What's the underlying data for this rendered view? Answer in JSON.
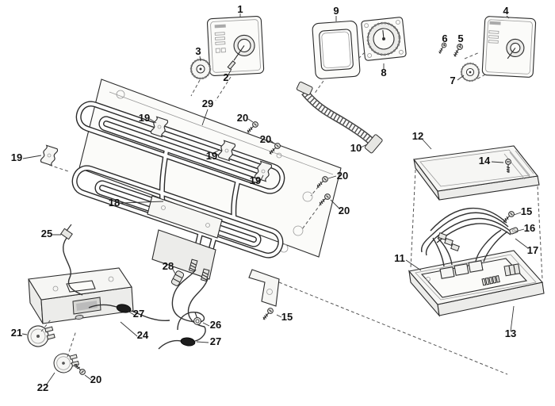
{
  "diagram": {
    "background": "#ffffff",
    "line_color": "#2b2b2b",
    "fill_light": "#f6f6f4",
    "fill_dark": "#1d1d1d"
  },
  "callouts": {
    "c1": "1",
    "c2": "2",
    "c3": "3",
    "c4": "4",
    "c5": "5",
    "c6": "6",
    "c7": "7",
    "c8": "8",
    "c9": "9",
    "c10": "10",
    "c11": "11",
    "c12": "12",
    "c13": "13",
    "c14": "14",
    "c15a": "15",
    "c15b": "15",
    "c16": "16",
    "c17": "17",
    "c18": "18",
    "c19a": "19",
    "c19b": "19",
    "c19c": "19",
    "c19d": "19",
    "c20a": "20",
    "c20b": "20",
    "c20c": "20",
    "c20d": "20",
    "c20e": "20",
    "c21": "21",
    "c22": "22",
    "c24": "24",
    "c25": "25",
    "c26": "26",
    "c27a": "27",
    "c27b": "27",
    "c28": "28",
    "c29": "29"
  }
}
